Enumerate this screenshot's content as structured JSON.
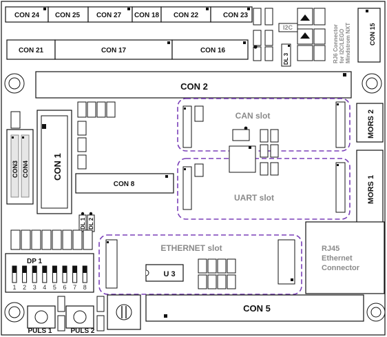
{
  "connectors": {
    "con24": "CON 24",
    "con25": "CON 25",
    "con27": "CON 27",
    "con18": "CON 18",
    "con22": "CON 22",
    "con23": "CON 23",
    "con21": "CON 21",
    "con17": "CON 17",
    "con16": "CON 16",
    "con2": "CON 2",
    "con1": "CON 1",
    "con8": "CON 8",
    "con3": "CON3",
    "con4": "CON4",
    "con5": "CON 5",
    "con15": "CON 15",
    "mors1": "MORS 1",
    "mors2": "MORS 2"
  },
  "small": {
    "i2c": "I2C",
    "dl3": "DL 3",
    "dl1": "DL 1",
    "dl2": "DL 2",
    "u3": "U 3"
  },
  "rj6": {
    "line1": "RJ6 Connector",
    "line2": "for I2C/LEGO",
    "line3": "Mindstrom NXT"
  },
  "slots": {
    "can": "CAN slot",
    "uart": "UART slot",
    "ethernet": "ETHERNET slot"
  },
  "rj45": {
    "line1": "RJ45",
    "line2": "Ethernet",
    "line3": "Connector"
  },
  "dip": {
    "label": "DP 1",
    "numbers": [
      "1",
      "2",
      "3",
      "4",
      "5",
      "6",
      "7",
      "8"
    ]
  },
  "buttons": {
    "puls1": "PULS 1",
    "puls2": "PULS 2"
  },
  "colors": {
    "slot_outline": "#7a3fb8",
    "grey_text": "#8a8a8a"
  }
}
